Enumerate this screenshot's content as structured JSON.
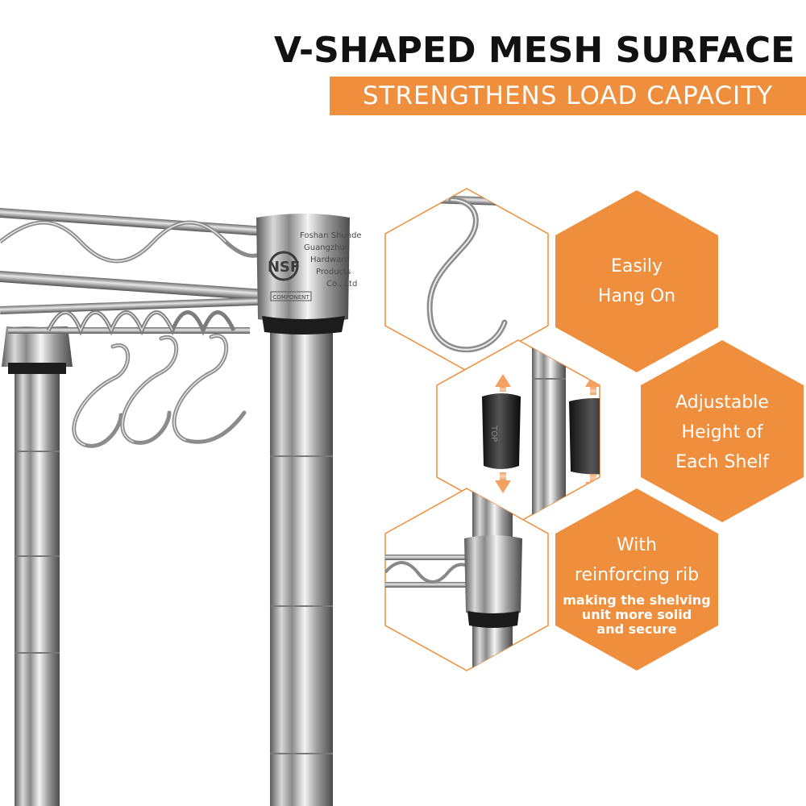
{
  "headline": "V-SHAPED MESH SURFACE",
  "subheadline": "STRENGTHENS LOAD CAPACITY",
  "colors": {
    "accent": "#ef8e3c",
    "text": "#111111",
    "chrome": "#9a9a9a"
  },
  "features": [
    {
      "lines": [
        "Easily",
        "Hang On"
      ]
    },
    {
      "lines": [
        "Adjustable",
        "Height of",
        "Each Shelf"
      ]
    },
    {
      "lines": [
        "With",
        "reinforcing rib"
      ],
      "details": [
        "making the shelving",
        "unit more solid",
        "and secure"
      ]
    }
  ],
  "post_cap": {
    "logo": "NSF",
    "engraving": [
      "Foshan Shunde",
      "Guangzhou",
      "Hardware",
      "Products",
      "Co., Ltd"
    ],
    "mark": "COMPONENT"
  },
  "sleeve_text": "TOP",
  "icons": [
    "s-hook-icon",
    "shelf-sleeve-icon",
    "arrow-up-down-icon",
    "post-connector-icon"
  ]
}
